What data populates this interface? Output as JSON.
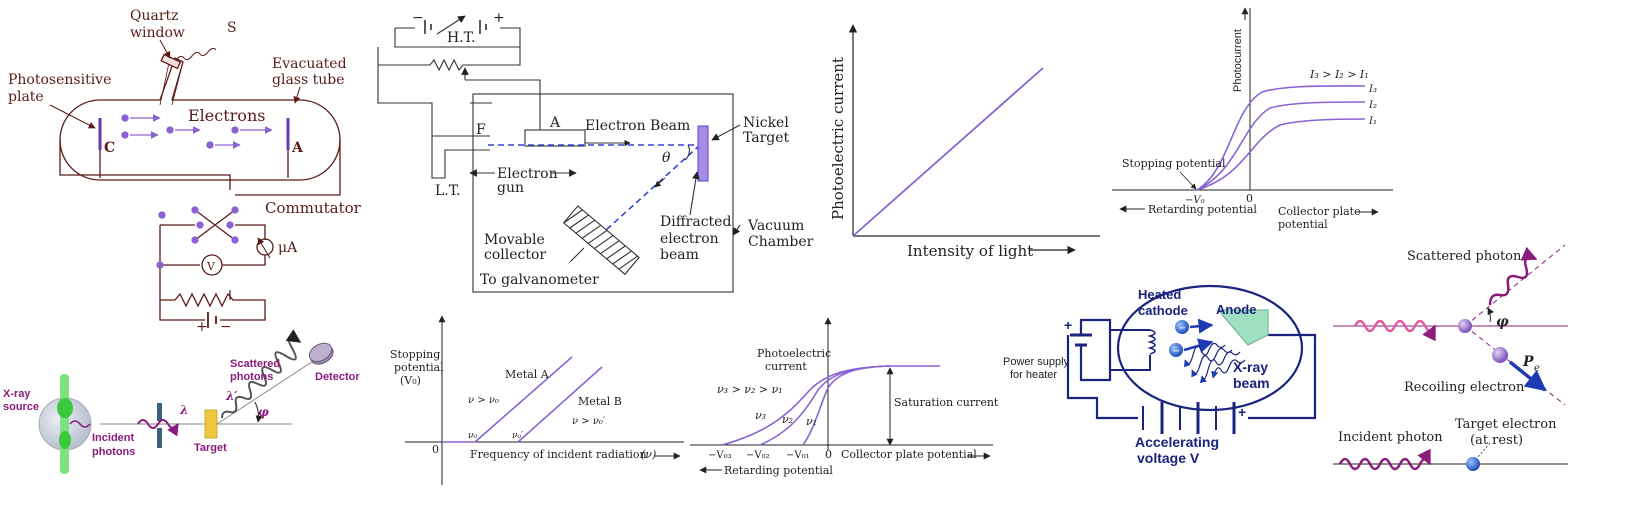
{
  "colors": {
    "dark_red": "#5a1a1a",
    "purple": "#8a63d2",
    "light_purple": "#b89cf0",
    "navy": "#1a237e",
    "blue": "#1e3bb3",
    "black": "#222222",
    "grey": "#555555",
    "magenta": "#8a1c7c"
  },
  "photocell": {
    "quartz_window": [
      "Quartz",
      "window"
    ],
    "source": "S",
    "photosensitive_plate": [
      "Photosensitive",
      "plate"
    ],
    "evacuated_glass_tube": [
      "Evacuated",
      "glass tube"
    ],
    "electrons": "Electrons",
    "cathode": "C",
    "anode": "A",
    "commutator": "Commutator",
    "ammeter_unit": "μA",
    "voltmeter": "V",
    "plus": "+",
    "minus": "−"
  },
  "davisson": {
    "minus": "−",
    "plus": "+",
    "ht": "H.T.",
    "lt": "L.T.",
    "filament": "F",
    "anode": "A",
    "electron_beam": "Electron   Beam",
    "nickel_target": [
      "Nickel",
      "Target"
    ],
    "theta": "θ",
    "electron_gun": [
      "Electron",
      "gun"
    ],
    "diffracted_beam": [
      "Diffracted",
      "electron",
      "beam"
    ],
    "vacuum_chamber": [
      "Vacuum",
      "Chamber"
    ],
    "movable_collector": [
      "Movable",
      "collector"
    ],
    "to_galvanometer": "To galvanometer"
  },
  "current_vs_intensity": {
    "ylabel": "Photoelectric current",
    "xlabel": "Intensity of light"
  },
  "photocurrent_intensity": {
    "ylabel": "Photocurrent",
    "order": "I₃ > I₂ > I₁",
    "curves": [
      "I₃",
      "I₂",
      "I₁"
    ],
    "stopping": "Stopping potential",
    "v0": "−V₀",
    "zero": "0",
    "retarding": "Retarding potential",
    "collector": [
      "Collector plate",
      "potential"
    ]
  },
  "xray_tube": {
    "power_supply": [
      "Power supply",
      "for heater"
    ],
    "heated_cathode": [
      "Heated",
      "cathode"
    ],
    "anode": "Anode",
    "xray_beam": [
      "X-ray",
      "beam"
    ],
    "accelerating": [
      "Accelerating",
      "voltage V"
    ],
    "plus": "+",
    "minus": "−"
  },
  "compton_scatter": {
    "scattered_photon": "Scattered photon",
    "phi": "φ",
    "pe": "P",
    "pe_sub": "e",
    "recoiling_electron": "Recoiling electron",
    "incident_photon": "Incident photon",
    "target_electron": [
      "Target electron",
      "(at rest)"
    ]
  },
  "compton_setup": {
    "xray_source": [
      "X-ray",
      "source"
    ],
    "incident_photons": [
      "Incident",
      "photons"
    ],
    "lambda": "λ",
    "lambda_prime": "λ′",
    "phi": "φ",
    "target": "Target",
    "scattered_photons": [
      "Scattered",
      "photons"
    ],
    "detector": "Detector"
  },
  "stopping_vs_freq": {
    "ylabel": [
      "Stopping",
      "potential",
      "(V₀)"
    ],
    "zero": "0",
    "metal_a": "Metal  A",
    "metal_b": "Metal  B",
    "cond_a": "ν > ν₀",
    "cond_b": "ν > ν₀′",
    "nu0": "ν₀",
    "nu0p": "ν₀′",
    "xlabel": "Frequency of incident radiation",
    "xunit": "(ν)"
  },
  "saturation": {
    "ylabel": [
      "Photoelectric",
      "current"
    ],
    "order": "ν₃ > ν₂ > ν₁",
    "curves": [
      "ν₃",
      "ν₂",
      "ν₁"
    ],
    "saturation_current": "Saturation current",
    "ticks": [
      "−V₀₃",
      "−V₀₂",
      "−V₀₁",
      "0"
    ],
    "collector": "Collector plate potential",
    "retarding": "Retarding potential"
  }
}
